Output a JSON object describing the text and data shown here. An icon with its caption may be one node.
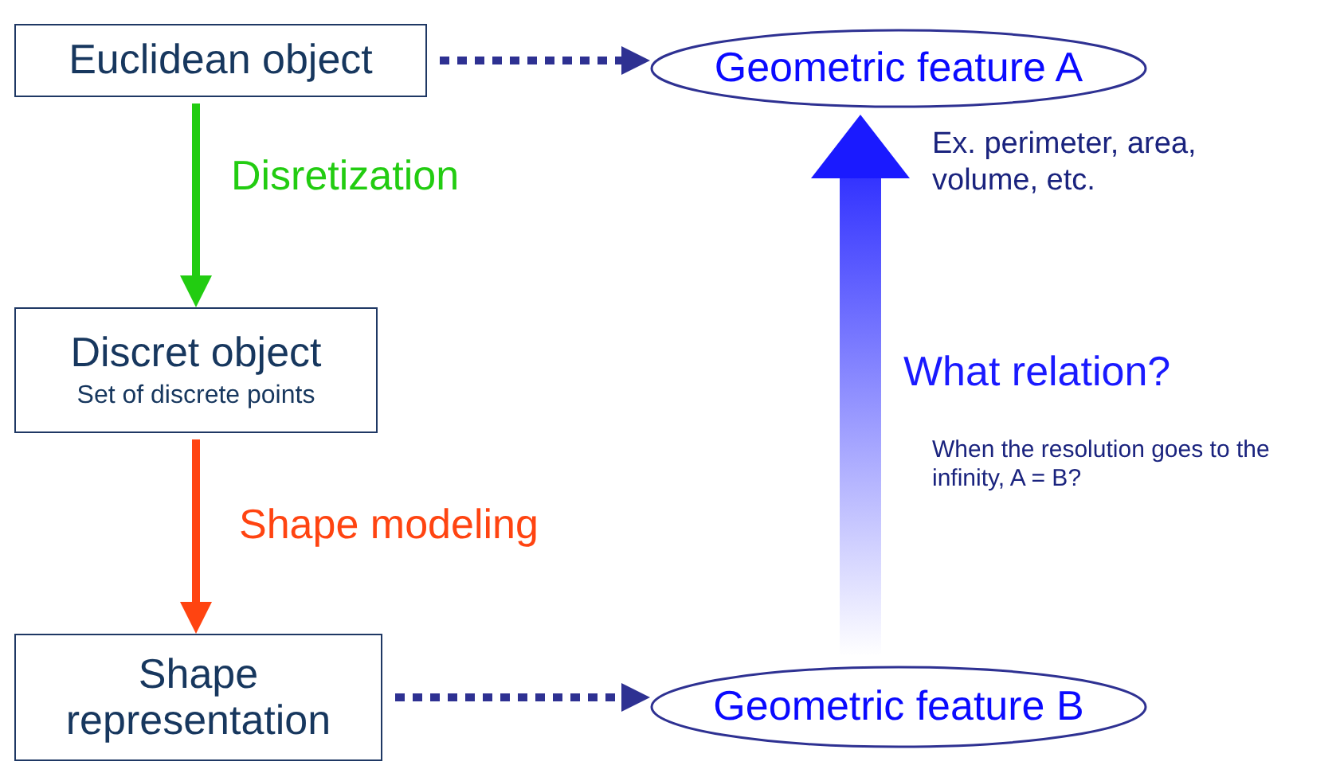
{
  "diagram": {
    "nodes": [
      {
        "text": [
          "Euclidean object"
        ]
      },
      {
        "text": [
          "Geometric feature A"
        ]
      },
      {
        "text": [
          "Discret object",
          "Set of discrete points"
        ]
      },
      {
        "text": [
          "Shape representation"
        ]
      },
      {
        "text": [
          "Geometric feature B"
        ]
      }
    ],
    "edges": [
      {
        "from": 0,
        "to": 1,
        "arrow": "to",
        "style": "dashed",
        "color": "#2e3192"
      },
      {
        "from": 0,
        "to": 2,
        "arrow": "to",
        "label": "Disretization",
        "color": "#22cc11"
      },
      {
        "from": 2,
        "to": 3,
        "arrow": "to",
        "label": "Shape modeling",
        "color": "#ff4411"
      },
      {
        "from": 4,
        "to": 1,
        "arrow": "to",
        "label": "What relation?",
        "style": "thick",
        "color": "#1a1aff"
      },
      {
        "from": 3,
        "to": 4,
        "arrow": "to",
        "style": "dashed",
        "color": "#2e3192"
      }
    ],
    "labels": [
      "Ex. perimeter, area, volume, etc.",
      "When the resolution goes to the infinity, A = B?"
    ]
  }
}
